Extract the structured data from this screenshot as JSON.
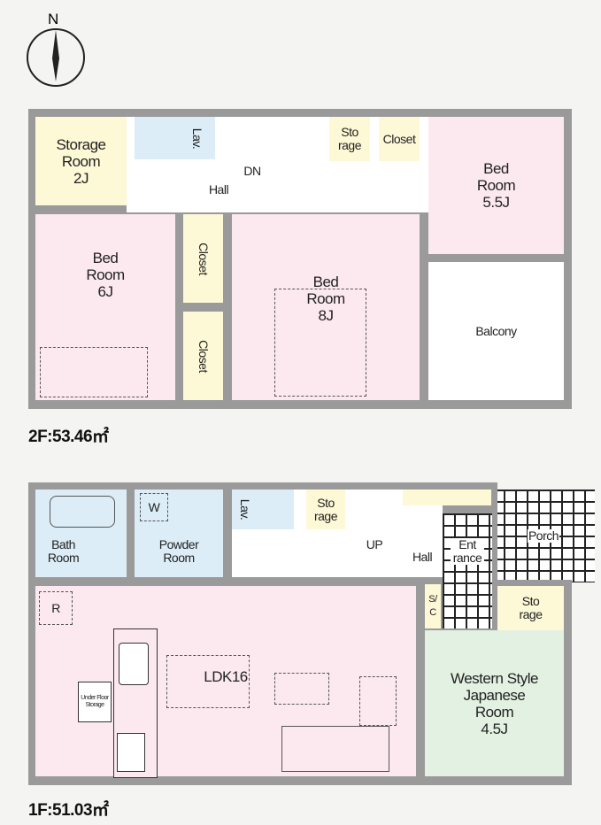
{
  "compass": {
    "label": "N"
  },
  "second_floor": {
    "area_label": "2F:53.46㎡",
    "rooms": {
      "storage": {
        "name": "Storage Room",
        "size": "2J"
      },
      "lav": "Lav.",
      "dn": "DN",
      "hall": "Hall",
      "sto": "Sto rage",
      "closet_top": "Closet",
      "bed_55": {
        "name": "Bed Room",
        "size": "5.5J"
      },
      "bed_6": {
        "name": "Bed Room",
        "size": "6J"
      },
      "closet_a": "Closet",
      "closet_b": "Closet",
      "bed_8": {
        "name": "Bed Room",
        "size": "8J"
      },
      "balcony": "Balcony"
    }
  },
  "first_floor": {
    "area_label": "1F:51.03㎡",
    "rooms": {
      "bath": "Bath Room",
      "washer": "W",
      "powder": "Powder Room",
      "lav": "Lav.",
      "sto": "Sto rage",
      "up": "UP",
      "hall": "Hall",
      "entrance": "Ent rance",
      "porch": "Porch",
      "sc": "S/C",
      "sto2": "Sto rage",
      "refrigerator": "R",
      "ldk": "LDK16",
      "underfloor": "Under Floor Storage",
      "japanese": {
        "name": "Western Style Japanese Room",
        "size": "4.5J"
      }
    }
  }
}
